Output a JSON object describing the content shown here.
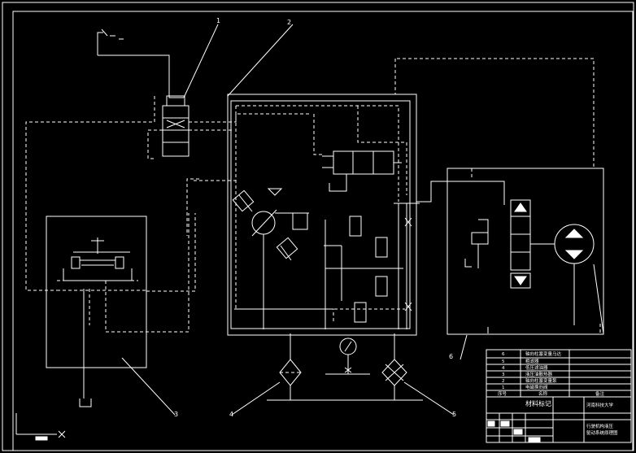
{
  "callouts": [
    "1",
    "2",
    "3",
    "4",
    "5",
    "6"
  ],
  "parts_list": {
    "rows": [
      {
        "no": "6",
        "name": "轴向柱塞变量马达"
      },
      {
        "no": "5",
        "name": "粗滤器"
      },
      {
        "no": "4",
        "name": "低压滤油器"
      },
      {
        "no": "3",
        "name": "液压油散热器"
      },
      {
        "no": "2",
        "name": "轴向柱塞变量泵"
      },
      {
        "no": "1",
        "name": "电磁换向阀"
      }
    ],
    "headers": [
      "序号",
      "名称",
      "备注"
    ]
  },
  "title_block": {
    "subtitle": "材料标记",
    "school": "河南科技大学",
    "drawing_title_line1": "行驶机构液压",
    "drawing_title_line2": "驱动系统原理图"
  }
}
